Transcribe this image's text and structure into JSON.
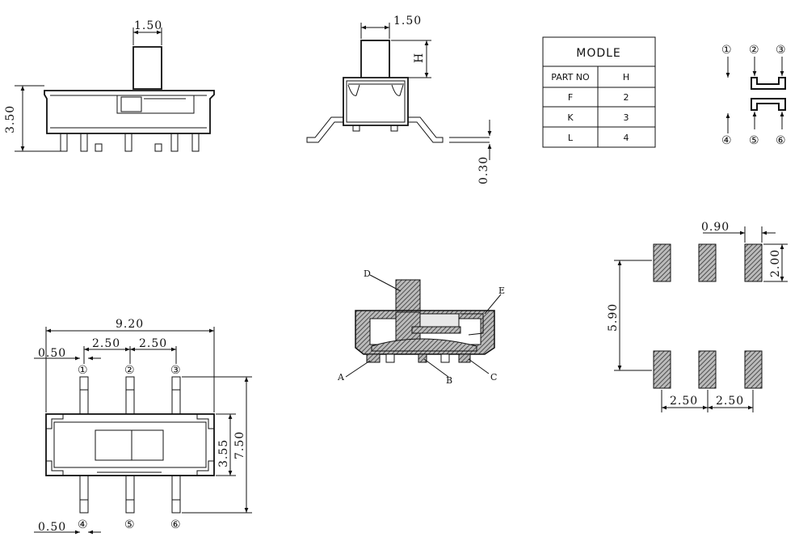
{
  "dimensions": {
    "top_width": "1.50",
    "top_height": "3.50",
    "side_width": "1.50",
    "side_h": "H",
    "side_offset": "0.30",
    "bottom_total": "9.20",
    "bottom_pitch_left": "2.50",
    "bottom_pitch_right": "2.50",
    "bottom_pin_top": "0.50",
    "bottom_pin_bottom": "0.50",
    "bottom_body_h": "3.55",
    "bottom_total_h": "7.50",
    "pad_width": "0.90",
    "pad_height": "2.00",
    "pad_span": "5.90",
    "pad_pitch_left": "2.50",
    "pad_pitch_right": "2.50"
  },
  "table": {
    "title": "MODLE",
    "col1": "PART NO",
    "col2": "H",
    "rows": [
      {
        "part": "F",
        "h": "2"
      },
      {
        "part": "K",
        "h": "3"
      },
      {
        "part": "L",
        "h": "4"
      }
    ]
  },
  "pins": {
    "p1": "①",
    "p2": "②",
    "p3": "③",
    "p4": "④",
    "p5": "⑤",
    "p6": "⑥"
  },
  "section_labels": {
    "a": "A",
    "b": "B",
    "c": "C",
    "d": "D",
    "e": "E"
  },
  "colors": {
    "line": "#111111",
    "hatch": "#555555"
  }
}
